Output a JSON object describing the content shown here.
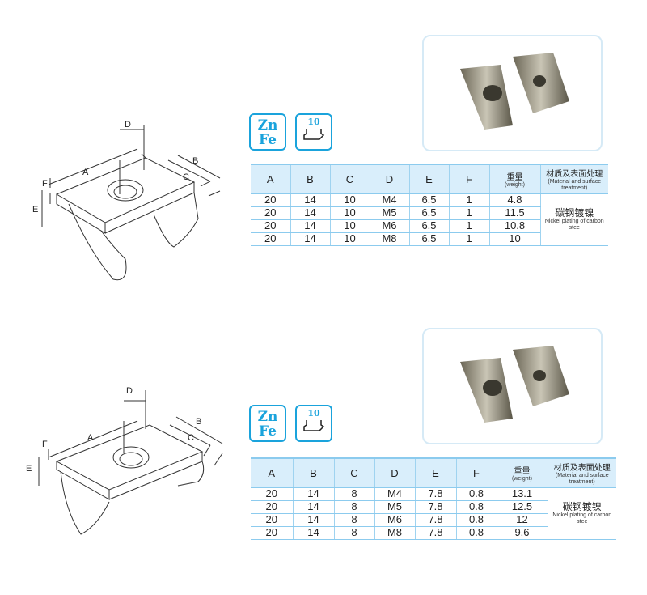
{
  "dim_labels": {
    "A": "A",
    "B": "B",
    "C": "C",
    "D": "D",
    "E": "E",
    "F": "F"
  },
  "icons": {
    "material": "Zn Fe",
    "material_line1": "Zn",
    "material_line2": "Fe",
    "slot_size": "10"
  },
  "headers": {
    "A": "A",
    "B": "B",
    "C": "C",
    "D": "D",
    "E": "E",
    "F": "F",
    "weight_zh": "重量",
    "weight_en": "(weight)",
    "material_zh": "材质及表面处理",
    "material_en": "(Material and surface treatment)"
  },
  "products": [
    {
      "rows": [
        [
          "20",
          "14",
          "10",
          "M4",
          "6.5",
          "1",
          "4.8"
        ],
        [
          "20",
          "14",
          "10",
          "M5",
          "6.5",
          "1",
          "11.5"
        ],
        [
          "20",
          "14",
          "10",
          "M6",
          "6.5",
          "1",
          "10.8"
        ],
        [
          "20",
          "14",
          "10",
          "M8",
          "6.5",
          "1",
          "10"
        ]
      ],
      "material_zh": "碳钢镀镍",
      "material_en": "Nickel plating of carbon stee"
    },
    {
      "rows": [
        [
          "20",
          "14",
          "8",
          "M4",
          "7.8",
          "0.8",
          "13.1"
        ],
        [
          "20",
          "14",
          "8",
          "M5",
          "7.8",
          "0.8",
          "12.5"
        ],
        [
          "20",
          "14",
          "8",
          "M6",
          "7.8",
          "0.8",
          "12"
        ],
        [
          "20",
          "14",
          "8",
          "M8",
          "7.8",
          "0.8",
          "9.6"
        ]
      ],
      "material_zh": "碳钢镀镍",
      "material_en": "Nickel plating of carbon stee"
    }
  ],
  "colors": {
    "accent": "#1aa3dc",
    "header_bg": "#d9eefb"
  }
}
